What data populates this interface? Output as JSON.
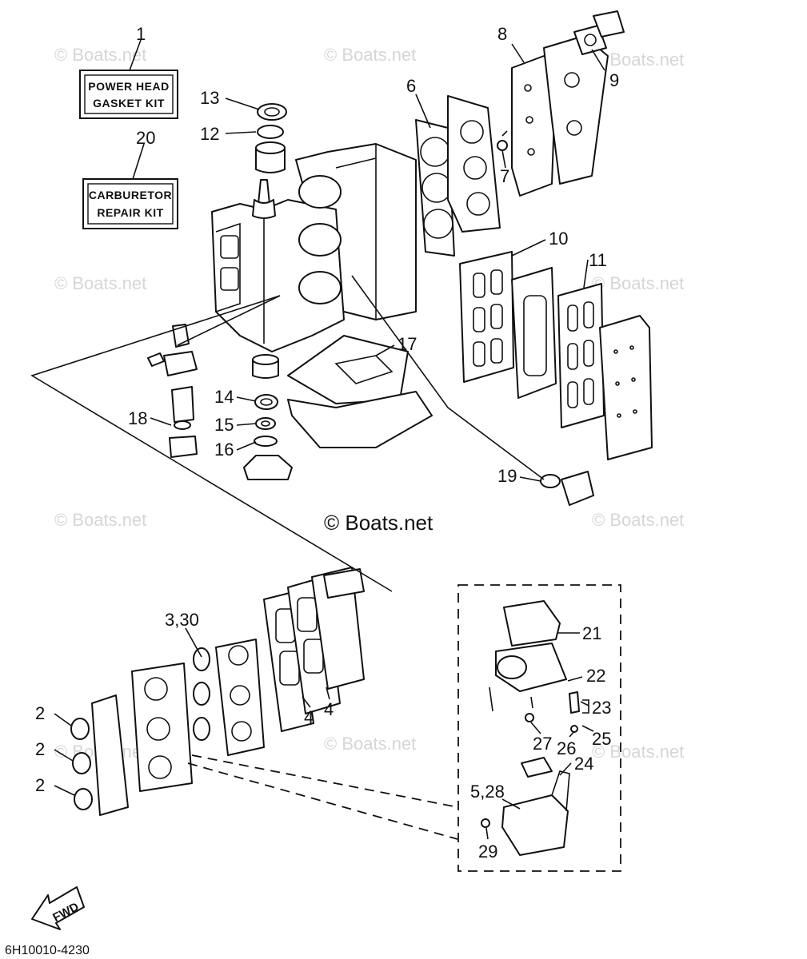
{
  "watermark_text": "© Boats.net",
  "copyright_text": "© Boats.net",
  "diagram_code": "6H10010-4230",
  "fwd_label": "FWD",
  "kits": [
    {
      "callout": "1",
      "line1": "POWER HEAD",
      "line2": "GASKET KIT"
    },
    {
      "callout": "20",
      "line1": "CARBURETOR",
      "line2": "REPAIR KIT"
    }
  ],
  "callouts": [
    {
      "id": "c13",
      "text": "13"
    },
    {
      "id": "c12",
      "text": "12"
    },
    {
      "id": "c6",
      "text": "6"
    },
    {
      "id": "c8",
      "text": "8"
    },
    {
      "id": "c9",
      "text": "9"
    },
    {
      "id": "c7",
      "text": "7"
    },
    {
      "id": "c10",
      "text": "10"
    },
    {
      "id": "c11",
      "text": "11"
    },
    {
      "id": "c17",
      "text": "17"
    },
    {
      "id": "c14",
      "text": "14"
    },
    {
      "id": "c15",
      "text": "15"
    },
    {
      "id": "c16",
      "text": "16"
    },
    {
      "id": "c18",
      "text": "18"
    },
    {
      "id": "c19",
      "text": "19"
    },
    {
      "id": "c3_30",
      "text": "3,30"
    },
    {
      "id": "c4a",
      "text": "4"
    },
    {
      "id": "c4b",
      "text": "4"
    },
    {
      "id": "c2a",
      "text": "2"
    },
    {
      "id": "c2b",
      "text": "2"
    },
    {
      "id": "c2c",
      "text": "2"
    },
    {
      "id": "c21",
      "text": "21"
    },
    {
      "id": "c22",
      "text": "22"
    },
    {
      "id": "c23",
      "text": "23"
    },
    {
      "id": "c27",
      "text": "27"
    },
    {
      "id": "c26",
      "text": "26"
    },
    {
      "id": "c25",
      "text": "25"
    },
    {
      "id": "c24",
      "text": "24"
    },
    {
      "id": "c5_28",
      "text": "5,28"
    },
    {
      "id": "c29",
      "text": "29"
    }
  ]
}
